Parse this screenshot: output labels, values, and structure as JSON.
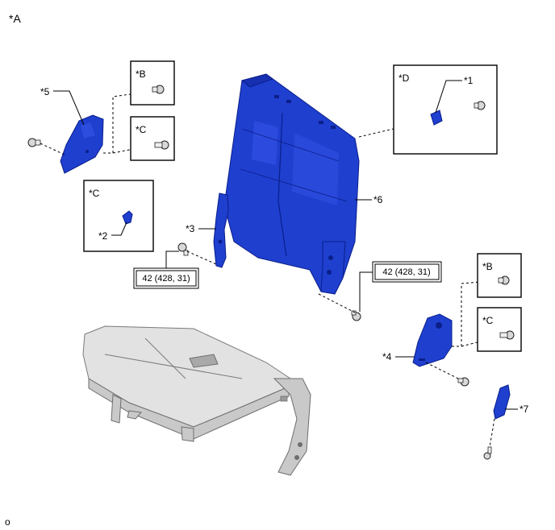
{
  "view_label": "*A",
  "footer_code": "o",
  "callouts": {
    "c1": "*1",
    "c2": "*2",
    "c3": "*3",
    "c4": "*4",
    "c5": "*5",
    "c6": "*6",
    "c7": "*7"
  },
  "inset_labels": {
    "top_left_b": "*B",
    "top_left_c": "*C",
    "mid_left_c": "*C",
    "top_right_d": "*D",
    "right_b": "*B",
    "right_c": "*C"
  },
  "torque_specs": {
    "left": "42 (428, 31)",
    "right": "42 (428, 31)"
  }
}
